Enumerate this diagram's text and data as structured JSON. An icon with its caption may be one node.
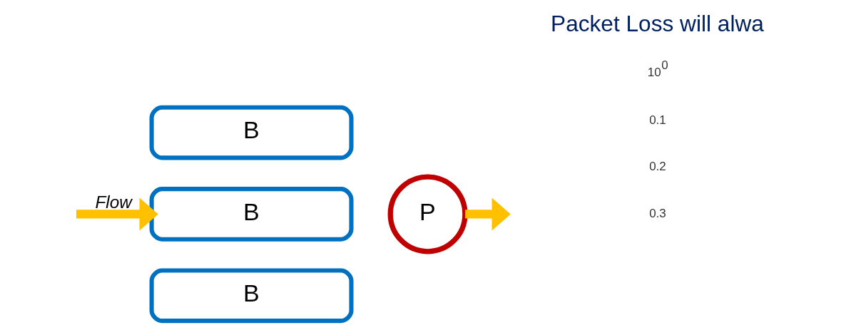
{
  "diagram": {
    "nodes": [
      {
        "text": [
          "B"
        ]
      },
      {
        "text": [
          "B"
        ]
      },
      {
        "text": [
          "B"
        ]
      },
      {
        "text": [
          "P"
        ]
      }
    ],
    "edges": [
      {
        "from": null,
        "to": 1,
        "arrow": "to",
        "label": "Flow",
        "color": "#ffc000"
      },
      {
        "from": 3,
        "to": null,
        "arrow": "to",
        "color": "#ffc000"
      }
    ],
    "labels": [
      "0.3",
      "0.2",
      "0.1",
      "10$^{0}$",
      "Packet Loss will alwa"
    ]
  }
}
